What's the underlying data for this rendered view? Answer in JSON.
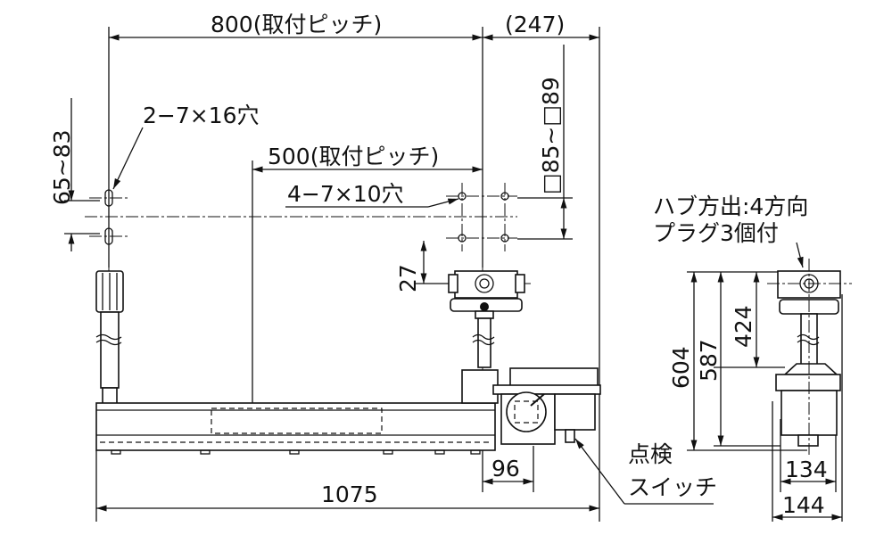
{
  "drawing": {
    "dim_mount_pitch_800": "800(取付ピッチ)",
    "dim_247": "(247)",
    "dim_65_83": "65~83",
    "hole_2_7x16": "2−7×16穴",
    "dim_mount_pitch_500": "500(取付ピッチ)",
    "hole_4_7x10": "4−7×10穴",
    "dim_square_85_89": "□85~□89",
    "dim_27": "27",
    "dim_96": "96",
    "dim_1075": "1075",
    "inspection_switch_line1": "点検",
    "inspection_switch_line2": "スイッチ",
    "hub_note_line1": "ハブ方出:4方向",
    "hub_note_line2": "プラグ3個付",
    "dim_604": "604",
    "dim_587": "587",
    "dim_424": "424",
    "dim_134": "134",
    "dim_144": "144"
  }
}
